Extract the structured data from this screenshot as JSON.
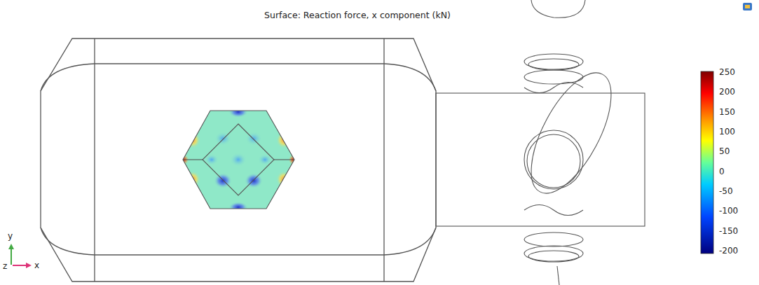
{
  "diagram": {
    "title": "Surface: Reaction force, x component (kN)",
    "labels": [
      "250",
      "200",
      "150",
      "100",
      "50",
      "0",
      "-50",
      "-100",
      "-150",
      "-200",
      "y",
      "z",
      "x"
    ]
  }
}
